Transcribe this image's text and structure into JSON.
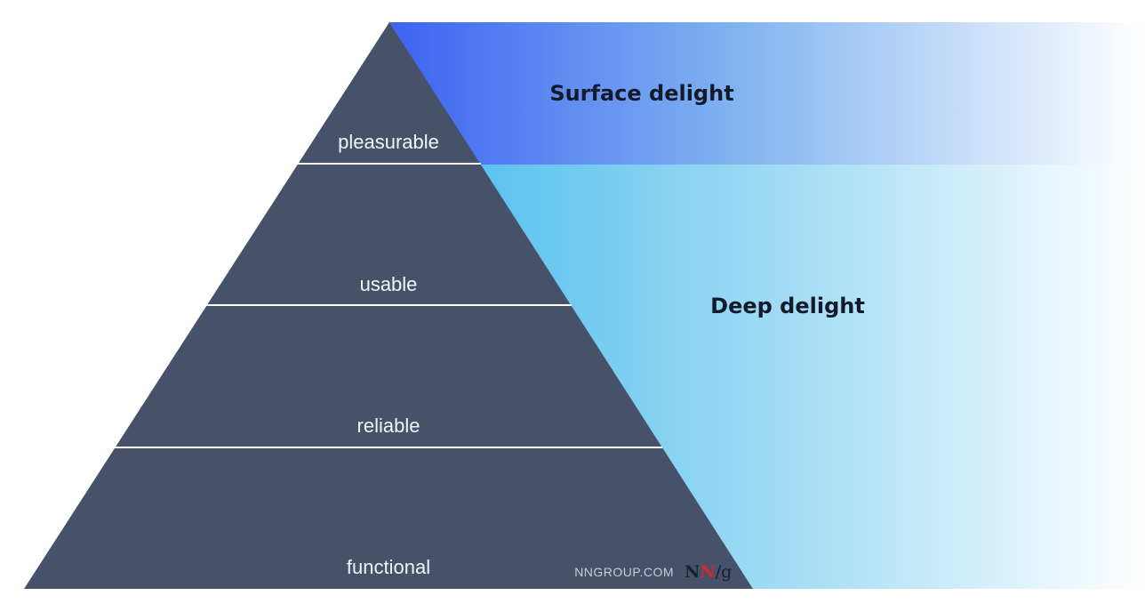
{
  "pyramid": {
    "tiers": [
      {
        "label": "pleasurable"
      },
      {
        "label": "usable"
      },
      {
        "label": "reliable"
      },
      {
        "label": "functional"
      }
    ],
    "fill_color": "#45526a",
    "divider_color": "#ffffff"
  },
  "bands": {
    "surface": {
      "label": "Surface delight",
      "gradient": [
        "#3d63f2",
        "#7fb2f0",
        "#ffffff"
      ]
    },
    "deep": {
      "label": "Deep delight",
      "gradient": [
        "#5bc2ef",
        "#a8def5",
        "#ffffff"
      ]
    }
  },
  "watermark": {
    "site": "NNGROUP.COM",
    "logo_letters": [
      "N",
      "N",
      "/g"
    ],
    "logo_colors": [
      "#1b1f2a",
      "#d7262e",
      "#1b1f2a"
    ]
  }
}
